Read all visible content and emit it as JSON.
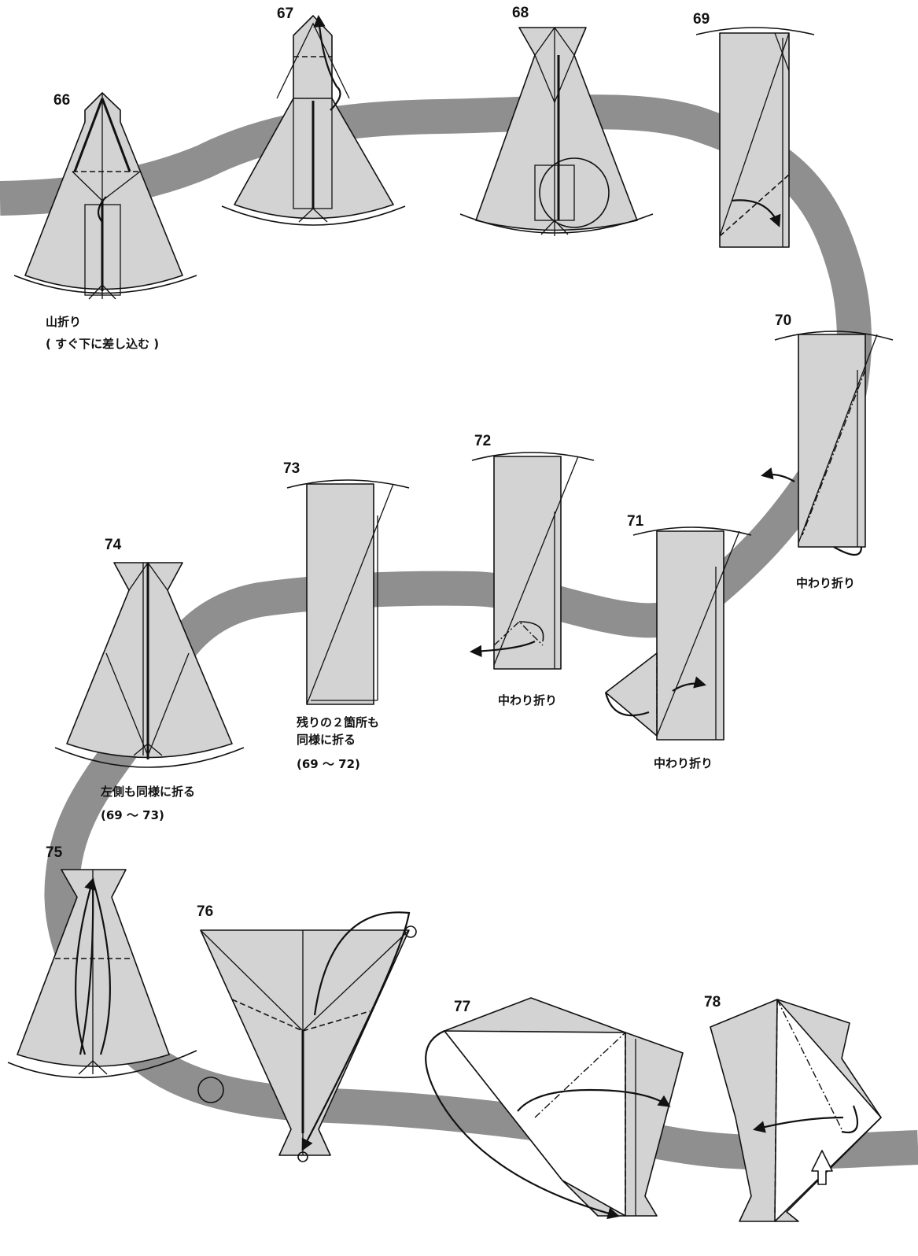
{
  "steps": [
    {
      "number": "66"
    },
    {
      "number": "67"
    },
    {
      "number": "68"
    },
    {
      "number": "69"
    },
    {
      "number": "70"
    },
    {
      "number": "71"
    },
    {
      "number": "72"
    },
    {
      "number": "73"
    },
    {
      "number": "74"
    },
    {
      "number": "75"
    },
    {
      "number": "76"
    },
    {
      "number": "77"
    },
    {
      "number": "78"
    }
  ],
  "labels": {
    "step66_line1": "山折り",
    "step66_line2": "( すぐ下に差し込む )",
    "step70": "中わり折り",
    "step71": "中わり折り",
    "step72": "中わり折り",
    "step73_line1": "残りの２箇所も",
    "step73_line2": "同様に折る",
    "step73_line3": "(69 ～ 72)",
    "step74_line1": "左側も同様に折る",
    "step74_line2": "(69 ～ 73)"
  },
  "colors": {
    "paper": "#d3d3d3",
    "band": "#8f8f8f",
    "ink": "#111111"
  }
}
